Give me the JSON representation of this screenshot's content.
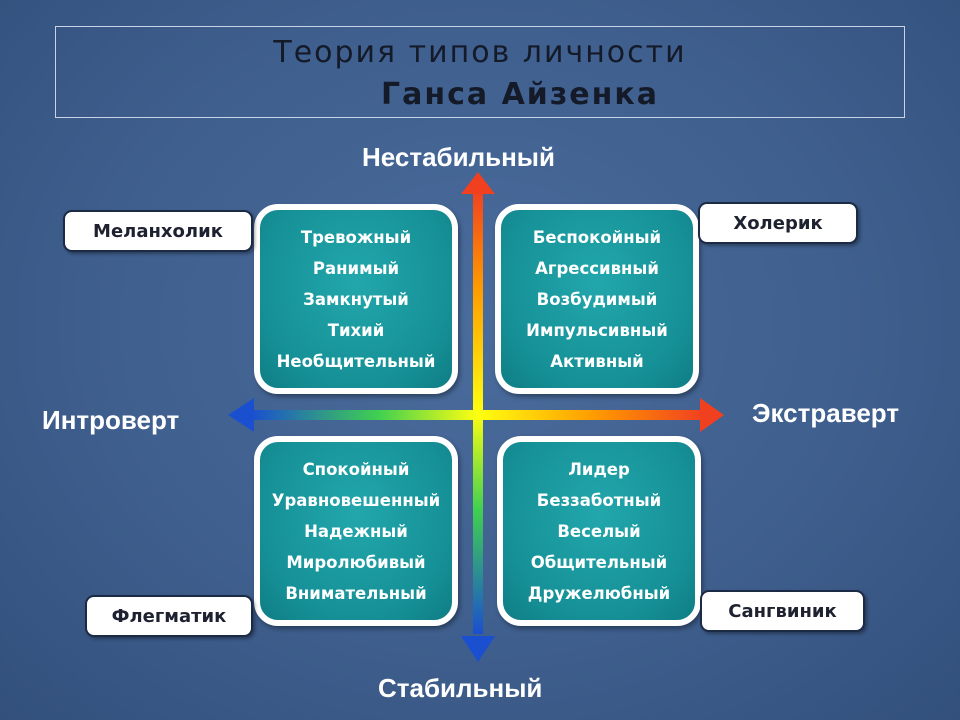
{
  "title": {
    "line1": "Теория  типов  личности",
    "line2": "Ганса  Айзенка"
  },
  "axes": {
    "top": "Нестабильный",
    "bottom": "Стабильный",
    "left": "Интроверт",
    "right": "Экстраверт"
  },
  "quadrants": {
    "top_left": {
      "type": "Меланхолик",
      "traits": [
        "Тревожный",
        "Ранимый",
        "Замкнутый",
        "Тихий",
        "Необщительный"
      ]
    },
    "top_right": {
      "type": "Холерик",
      "traits": [
        "Беспокойный",
        "Агрессивный",
        "Возбудимый",
        "Импульсивный",
        "Активный"
      ]
    },
    "bottom_left": {
      "type": "Флегматик",
      "traits": [
        "Спокойный",
        "Уравновешенный",
        "Надежный",
        "Миролюбивый",
        "Внимательный"
      ]
    },
    "bottom_right": {
      "type": "Сангвиник",
      "traits": [
        "Лидер",
        "Беззаботный",
        "Веселый",
        "Общительный",
        "Дружелюбный"
      ]
    }
  },
  "colors": {
    "axis_hot": "#f04020",
    "axis_mid": "#ffff00",
    "axis_cold": "#1a4fd0",
    "quad_fill": "#159096"
  }
}
